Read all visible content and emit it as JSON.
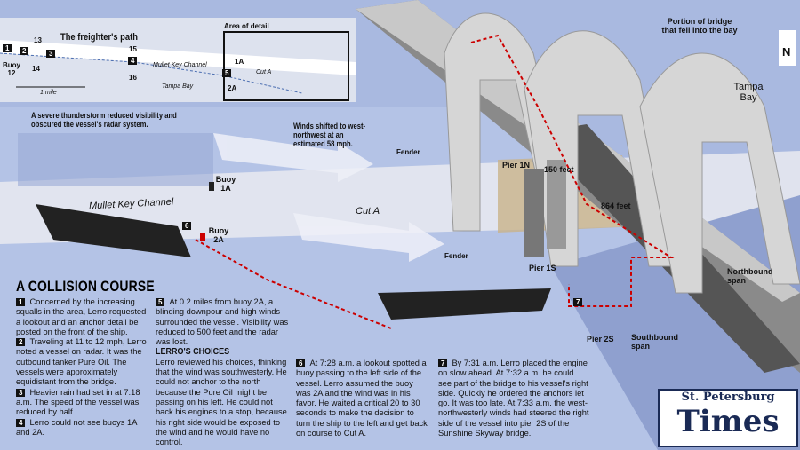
{
  "inset": {
    "title": "The freighter's path",
    "area_label": "Area of detail",
    "markers": [
      "1",
      "2",
      "3",
      "4",
      "5"
    ],
    "buoys": [
      "Buoy 12",
      "13",
      "14",
      "15",
      "16",
      "1A",
      "2A"
    ],
    "channel": "Mullet Key Channel",
    "bay": "Tampa Bay",
    "cut": "Cut A",
    "scale": "1 mile"
  },
  "labels": {
    "storm": "A severe thunderstorm reduced visibility and obscured the vessel's radar system.",
    "winds": "Winds shifted to west-northwest at an estimated 58 mph.",
    "fender1": "Fender",
    "fender2": "Fender",
    "buoy1a": "Buoy 1A",
    "buoy2a": "Buoy 2A",
    "channel": "Mullet Key Channel",
    "cut": "Cut A",
    "pier1n": "Pier 1N",
    "height": "150 feet",
    "span": "864 feet",
    "pier1s": "Pier 1S",
    "pier2s": "Pier 2S",
    "southbound": "Southbound span",
    "northbound": "Northbound span",
    "portion": "Portion of bridge that fell into the bay",
    "tampa": "Tampa Bay",
    "north": "N",
    "m6": "6",
    "m7": "7"
  },
  "article": {
    "title": "A COLLISION COURSE",
    "steps": [
      {
        "n": "1",
        "text": "Concerned by the increasing squalls in the area, Lerro requested a lookout and an anchor detail be posted on the front of the ship."
      },
      {
        "n": "2",
        "text": "Traveling at 11 to 12 mph, Lerro noted a vessel on radar. It was the outbound tanker Pure Oil. The vessels were approximately equidistant from the bridge."
      },
      {
        "n": "3",
        "text": "Heavier rain had set in at 7:18 a.m. The speed of the vessel was reduced by half."
      },
      {
        "n": "4",
        "text": "Lerro could not see buoys 1A and 2A."
      },
      {
        "n": "5",
        "text": "At 0.2 miles from buoy 2A, a blinding downpour and high winds surrounded the vessel. Visibility was reduced to 500 feet and the radar was lost."
      },
      {
        "n": "6",
        "text": "At 7:28 a.m. a lookout spotted a buoy passing to the left side of the vessel. Lerro assumed the buoy was 2A and the wind was in his favor. He waited a critical 20 to 30 seconds to make the decision to turn the ship to the left and get back on course to Cut A."
      },
      {
        "n": "7",
        "text": "By 7:31 a.m. Lerro placed the engine on slow ahead. At 7:32 a.m. he could see part of the bridge to his vessel's right side. Quickly he ordered the anchors let go. It was too late. At 7:33 a.m. the west-northwesterly winds had steered the right side of the vessel into pier 2S of the Sunshine Skyway bridge."
      }
    ],
    "choices_title": "LERRO'S CHOICES",
    "choices": "Lerro reviewed his choices, thinking that the wind was southwesterly. He could not anchor to the north because the Pure Oil might be passing on his left. He could not back his engines to a stop, because his right side would be exposed to the wind and he would have no control."
  },
  "logo": {
    "line1": "St. Petersburg",
    "line2": "Times"
  }
}
